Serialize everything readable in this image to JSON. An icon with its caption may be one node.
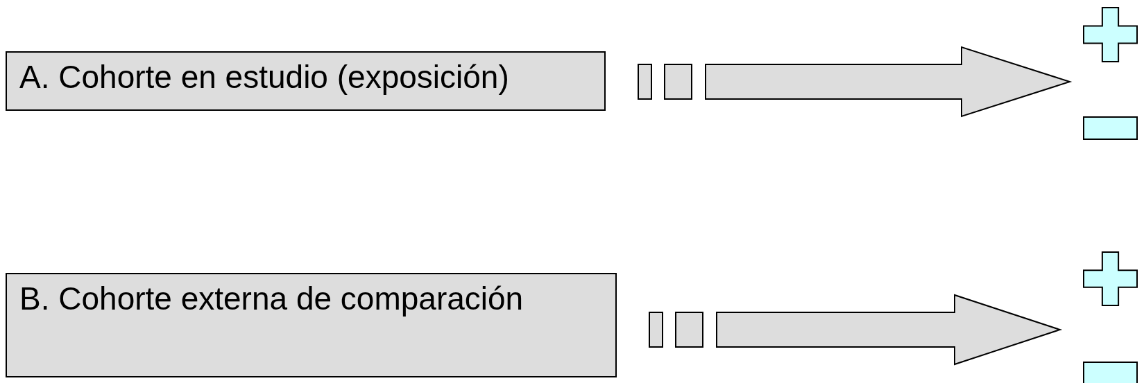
{
  "diagram": {
    "nodes": [
      {
        "text": [
          "A. Cohorte en estudio (exposición)"
        ]
      },
      {
        "text": [],
        "shape": "plus"
      },
      {
        "text": [],
        "shape": "minus"
      },
      {
        "text": [
          "B. Cohorte externa de comparación"
        ]
      },
      {
        "text": [],
        "shape": "plus"
      },
      {
        "text": [],
        "shape": "minus"
      }
    ],
    "edges": [
      {
        "from": 0,
        "to": null,
        "arrow": "to"
      },
      {
        "from": 3,
        "to": null,
        "arrow": "to"
      }
    ]
  }
}
